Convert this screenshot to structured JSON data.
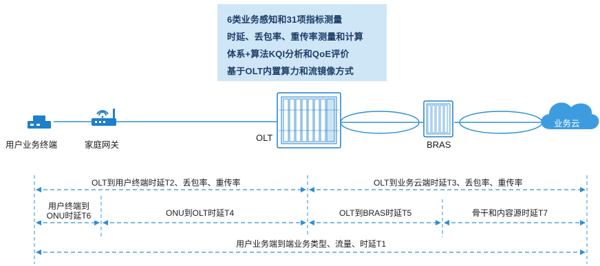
{
  "callout": {
    "lines": [
      "6类业务感知和31项指标测量",
      "时延、丢包率、重传率测量和计算",
      "体系+算法KQI分析和QoE评价",
      "基于OLT内置算力和流镜像方式"
    ]
  },
  "devices": {
    "terminal_label": "用户业务终端",
    "gateway_label": "家庭网关",
    "olt_label": "OLT",
    "bras_label": "BRAS",
    "cloud_label": "业务云"
  },
  "metrics": {
    "t2": "OLT到用户终端时延T2、丢包率、重传率",
    "t3": "OLT到业务云端时延T3、丢包率、重传率",
    "t6_line1": "用户终端到",
    "t6_line2": "ONU时延T6",
    "t4": "ONU到OLT时延T4",
    "t5": "OLT到BRAS时延T5",
    "t7": "骨干和内容源时延T7",
    "t1": "用户业务端到端业务类型、流量、时延T1"
  },
  "colors": {
    "accent_blue": "#2d8fd5",
    "callout_bg": "#cfe6f7",
    "callout_text": "#1d3c68"
  }
}
